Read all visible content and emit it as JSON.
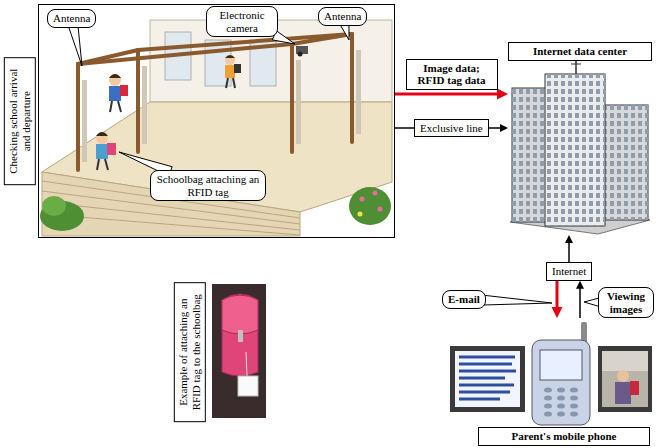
{
  "diagram": {
    "nodes": [
      {
        "text": [
          "Checking school arrival and departure"
        ]
      },
      {
        "text": [
          "Antenna"
        ],
        "in": 0
      },
      {
        "text": [
          "Electronic camera"
        ],
        "in": 0
      },
      {
        "text": [
          "Antenna"
        ],
        "in": 0
      },
      {
        "text": [
          "Schoolbag attaching an RFID tag"
        ],
        "in": 0
      },
      {
        "text": [
          "Internet data center"
        ]
      },
      {
        "text": [
          "Internet"
        ]
      },
      {
        "text": [
          "Parent's mobile phone"
        ]
      },
      {
        "text": [
          "E-mail"
        ]
      },
      {
        "text": [
          "Viewing images"
        ]
      }
    ],
    "edges": [
      {
        "from": 0,
        "to": 5,
        "label": "Image data; RFID tag data",
        "arrow": "to"
      },
      {
        "from": 0,
        "to": 5,
        "label": "Exclusive line",
        "arrow": "to"
      },
      {
        "from": 6,
        "to": 5,
        "arrow": "to"
      },
      {
        "from": 6,
        "to": 7,
        "arrow": "to"
      },
      {
        "from": 7,
        "to": 6,
        "arrow": "to"
      }
    ],
    "labels": [
      "Example of attaching an RFID tag to the schoolbag"
    ]
  }
}
